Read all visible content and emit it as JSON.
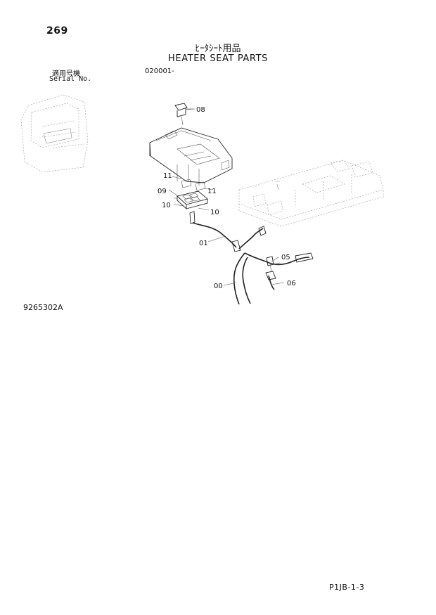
{
  "page": {
    "number": "269",
    "title_jp": "ﾋｰﾀｼｰﾄ用品",
    "title_en": "HEATER SEAT PARTS",
    "serial_label_jp": "適用号機",
    "serial_number": "020001-",
    "serial_label_en": "Serial No.",
    "drawing_code": "9265302A",
    "footer_code": "P1JB-1-3"
  },
  "callouts": {
    "c08": "08",
    "c11a": "11",
    "c11b": "11",
    "c09": "09",
    "c10a": "10",
    "c10b": "10",
    "c01": "01",
    "c05": "05",
    "c00": "00",
    "c06": "06"
  },
  "icons": [
    "excavator-cab-outline-icon",
    "console-box-icon",
    "switch-icon",
    "harness-icon",
    "frame-icon"
  ]
}
